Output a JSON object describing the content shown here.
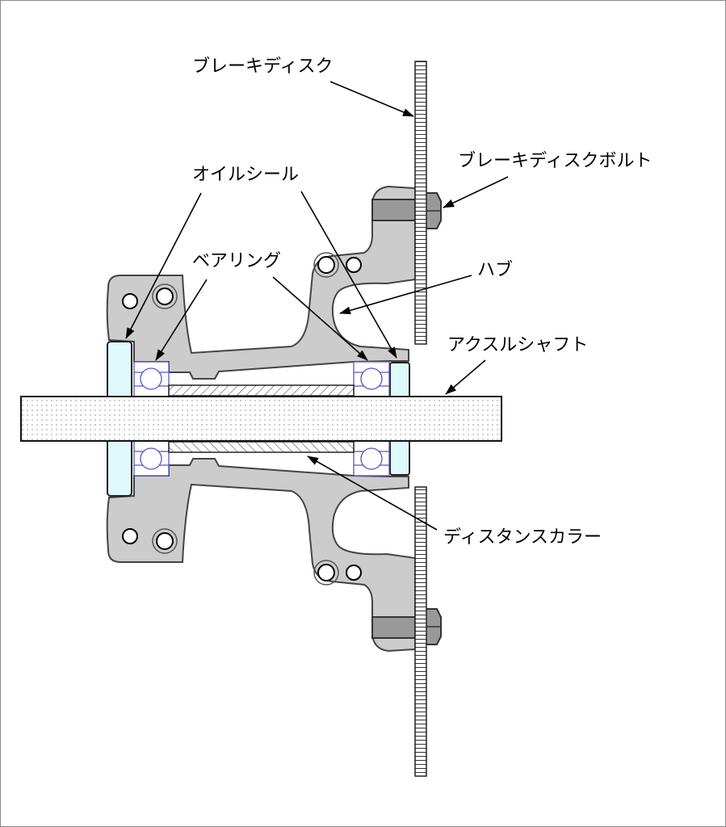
{
  "labels": {
    "brake_disc": "ブレーキディスク",
    "brake_disc_bolt": "ブレーキディスクボルト",
    "oil_seal": "オイルシール",
    "bearing": "ベアリング",
    "hub": "ハブ",
    "axle_shaft": "アクスルシャフト",
    "distance_collar": "ディスタンスカラー"
  },
  "colors": {
    "hub": "#cccccc",
    "seal": "#dff8fb",
    "bearing": "#5555cc",
    "bolt": "#999999"
  }
}
